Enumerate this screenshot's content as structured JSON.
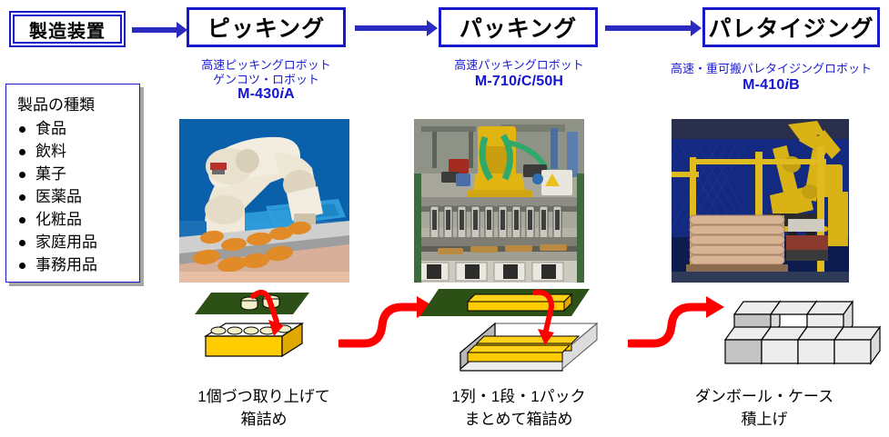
{
  "flow": {
    "source_box": {
      "label": "製造装置"
    },
    "steps": [
      {
        "title": "ピッキング",
        "subtitle_line1": "高速ピッキングロボット",
        "subtitle_line2": "ゲンコツ・ロボット",
        "model_prefix": "M-430",
        "model_italic": "i",
        "model_suffix": "A",
        "caption_line1": "1個づつ取り上げて",
        "caption_line2": "箱詰め",
        "photo_alt": "白色ピッキングロボットがコンベア上のパンを取り上げている写真"
      },
      {
        "title": "パッキング",
        "subtitle_line1": "高速パッキングロボット",
        "subtitle_line2": "",
        "model_prefix": "M-710",
        "model_italic": "i",
        "model_suffix": "C/50H",
        "caption_line1": "1列・1段・1パック",
        "caption_line2": "まとめて箱詰め",
        "photo_alt": "黄色パッキングロボットと多連グリッパの写真"
      },
      {
        "title": "パレタイジング",
        "subtitle_line1": "高速・重可搬パレタイジングロボット",
        "subtitle_line2": "",
        "model_prefix": "M-410",
        "model_italic": "i",
        "model_suffix": "B",
        "caption_line1": "ダンボール・ケース",
        "caption_line2": "積上げ",
        "photo_alt": "黄色パレタイジングロボットが袋をパレットに積上げている写真"
      }
    ]
  },
  "product_list": {
    "title": "製品の種類",
    "items": [
      "食品",
      "飲料",
      "菓子",
      "医薬品",
      "化粧品",
      "家庭用品",
      "事務用品"
    ]
  },
  "colors": {
    "box_border": "#1818c8",
    "arrow_blue": "#2b2bc0",
    "subtitle_blue": "#1b1bd0",
    "model_blue": "#1414d2",
    "flow_arrow_red": "#ff0000",
    "conveyor_green": "#2d5016",
    "product_yellow": "#ffcc00",
    "carton_gray": "#e8e8e8",
    "shadow_gray": "#a6a6a6"
  },
  "icons": {
    "blue_arrow": "arrow-right-icon",
    "red_arrow": "curved-arrow-right-icon",
    "bullet": "bullet-dot-icon"
  }
}
